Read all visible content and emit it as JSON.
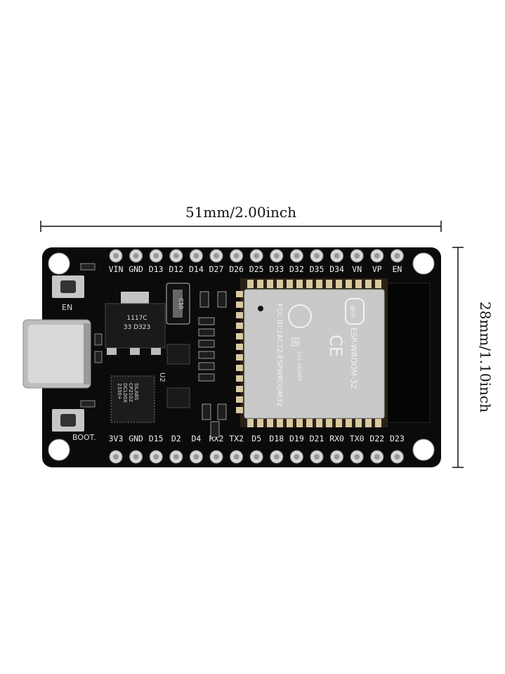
{
  "dimensions": {
    "width_label": "51mm/2.00inch",
    "height_label": "28mm/1.10inch"
  },
  "board": {
    "top_pins": [
      "VIN",
      "GND",
      "D13",
      "D12",
      "D14",
      "D27",
      "D26",
      "D25",
      "D33",
      "D32",
      "D35",
      "D34",
      "VN",
      "VP",
      "EN"
    ],
    "bottom_pins": [
      "3V3",
      "GND",
      "D15",
      "D2",
      "D4",
      "RX2",
      "TX2",
      "D5",
      "D18",
      "D19",
      "D21",
      "RX0",
      "TX0",
      "D22",
      "D23"
    ],
    "en_button_label": "EN",
    "boot_button_label": "BOOT.",
    "regulator_text": [
      "1117C",
      "33 D323"
    ],
    "usb_chip_text": [
      "SILABS",
      "CP2102",
      "DCL00X",
      "2330+"
    ],
    "chip_label_u2": "U2",
    "capacitor_label": "C10",
    "module": {
      "wifi_logo": "WiFi",
      "name": "ESP-WROOM-32",
      "fcc_id": "FCC ID:2AC7Z-ESPWROOM32",
      "cert_number": "211-161007",
      "r_mark": "R",
      "ce_mark": "CE"
    }
  },
  "colors": {
    "pcb": "#0b0b0b",
    "module": "#c9c9c9",
    "pin": "#d8d8d8"
  }
}
